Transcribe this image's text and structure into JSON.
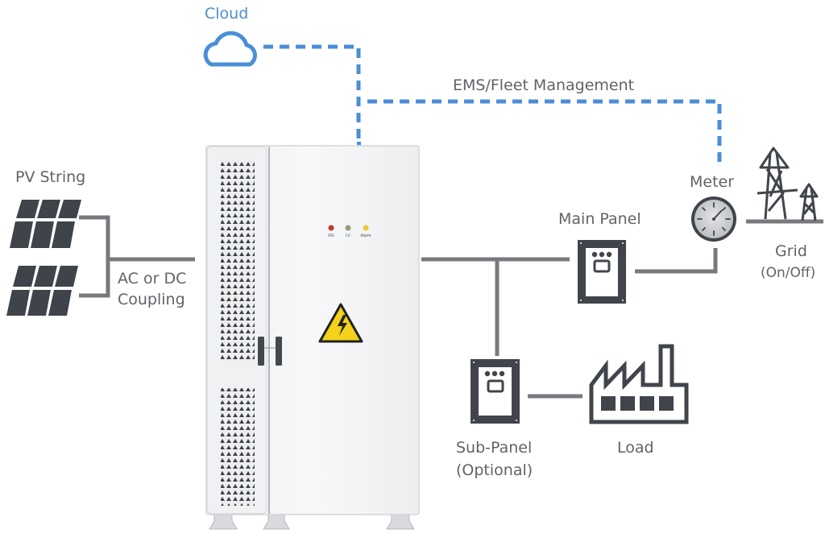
{
  "title": "Energy Storage System Connection Diagram",
  "colors": {
    "connector_gray": "#77797c",
    "icon_dark": "#41454b",
    "cloud_blue": "#4a8fd6",
    "label_gray": "#5f6368",
    "cabinet_white": "#f3f4f5"
  },
  "labels": {
    "cloud": "Cloud",
    "ems": "EMS/Fleet Management",
    "pv_string": "PV String",
    "coupling_line1": "AC or DC",
    "coupling_line2": "Coupling",
    "main_panel": "Main Panel",
    "meter": "Meter",
    "grid_line1": "Grid",
    "grid_line2": "(On/Off)",
    "sub_panel_line1": "Sub-Panel",
    "sub_panel_line2": "(Optional)",
    "load": "Load"
  },
  "cabinet": {
    "indicators": [
      {
        "label": "RG",
        "color": "#c0392b"
      },
      {
        "label": "LV",
        "color": "#9a9a7a"
      },
      {
        "label": "Alarm",
        "color": "#e6c93a"
      }
    ],
    "warning_icon": "high-voltage-warning"
  },
  "nodes": [
    "cloud",
    "pv-string",
    "ess-cabinet",
    "main-panel",
    "sub-panel",
    "load",
    "meter",
    "grid"
  ],
  "connections": [
    {
      "from": "cloud",
      "to": "ess-cabinet",
      "style": "dashed"
    },
    {
      "from": "ess-cabinet",
      "to": "meter",
      "style": "dashed",
      "label": "EMS/Fleet Management"
    },
    {
      "from": "pv-string",
      "to": "ess-cabinet",
      "style": "solid",
      "label": "AC or DC Coupling"
    },
    {
      "from": "ess-cabinet",
      "to": "main-panel",
      "style": "solid"
    },
    {
      "from": "ess-cabinet",
      "to": "sub-panel",
      "style": "solid"
    },
    {
      "from": "sub-panel",
      "to": "load",
      "style": "solid"
    },
    {
      "from": "main-panel",
      "to": "meter",
      "style": "solid"
    },
    {
      "from": "meter",
      "to": "grid",
      "style": "solid"
    }
  ]
}
